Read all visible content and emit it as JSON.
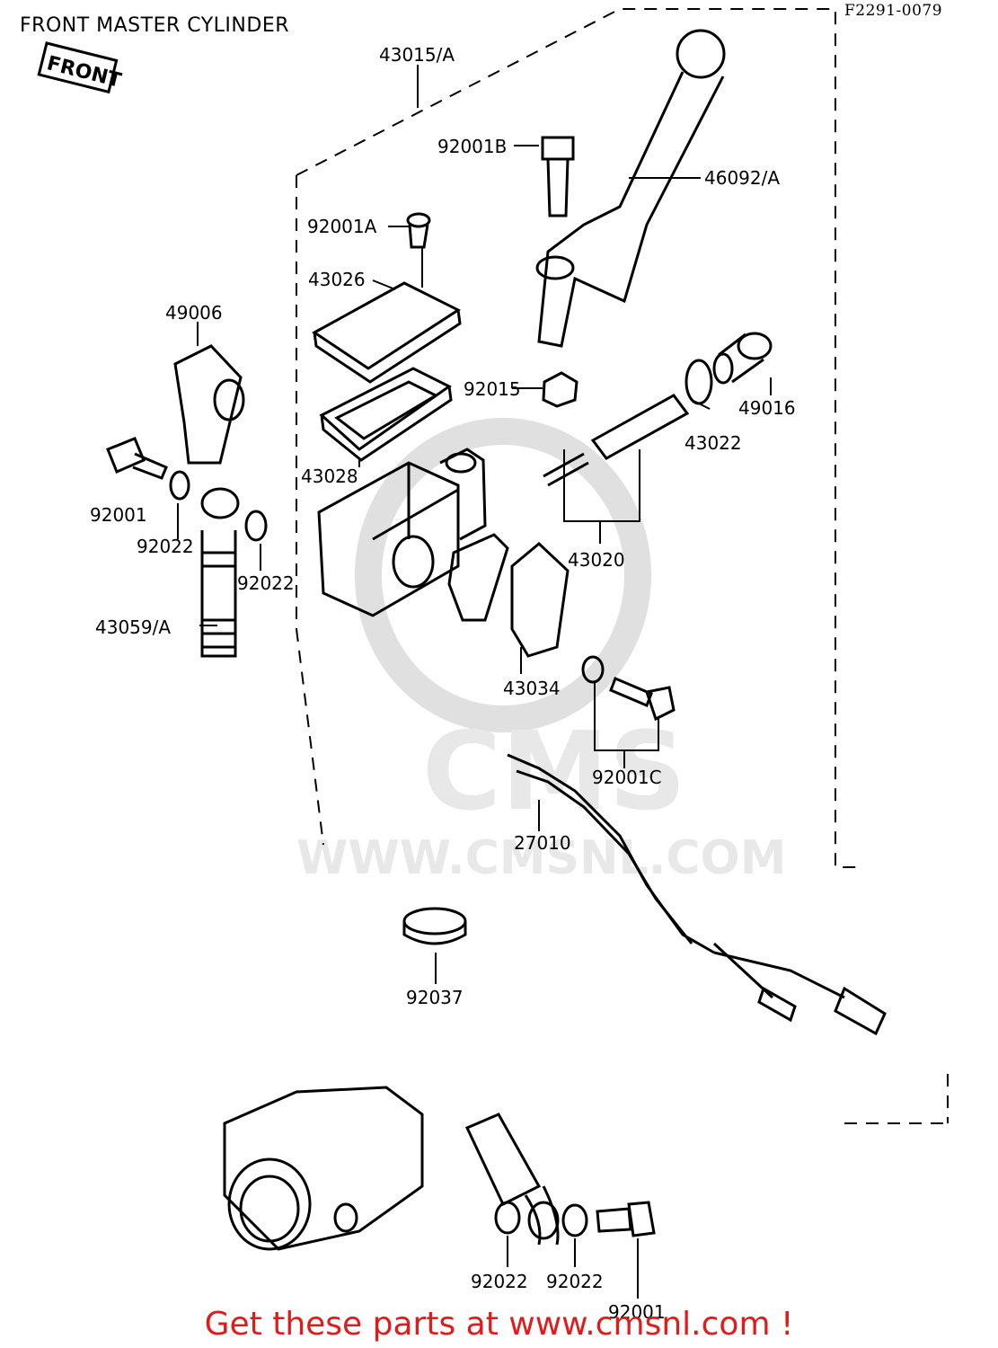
{
  "header": {
    "title": "FRONT MASTER CYLINDER",
    "diagram_code": "F2291-0079",
    "front_badge": "FRONT"
  },
  "watermark": {
    "logo_text": "CMS",
    "url_text": "WWW.CMSNL.COM"
  },
  "callouts": [
    "43015/A",
    "92001B",
    "46092/A",
    "92001A",
    "43026",
    "49006",
    "92015",
    "49016",
    "43022",
    "43028",
    "92001",
    "92022",
    "92022",
    "43020",
    "43059/A",
    "43034",
    "92001C",
    "27010",
    "92037",
    "92022",
    "92022",
    "92001"
  ],
  "footer": {
    "promo": "Get these parts at www.cmsnl.com !"
  },
  "colors": {
    "line": "#000000",
    "watermark": "#e8e8e8",
    "promo": "#e11b1b"
  }
}
